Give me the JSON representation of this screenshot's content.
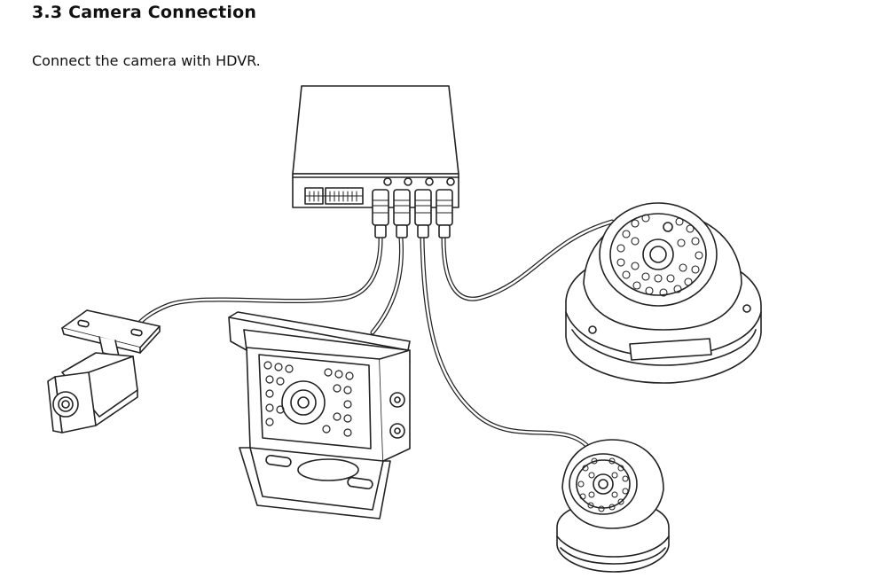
{
  "section": {
    "heading": "3.3 Camera Connection",
    "instruction": "Connect the camera with HDVR."
  },
  "figure": {
    "components": [
      "hdvr-unit-icon",
      "bullet-camera-icon",
      "rear-view-camera-icon",
      "large-dome-camera-icon",
      "small-dome-camera-icon",
      "connection-cable"
    ]
  }
}
